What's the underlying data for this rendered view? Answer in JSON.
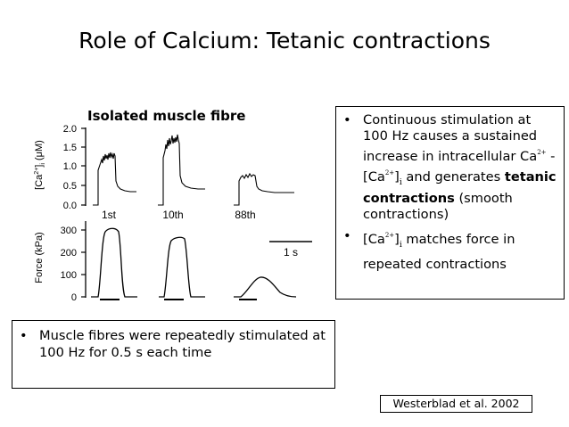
{
  "slide": {
    "title": "Role of Calcium: Tetanic contractions",
    "citation": "Westerblad et al. 2002"
  },
  "figure": {
    "caption": "Isolated muscle fibre",
    "top_ylabel_main": "[Ca",
    "top_ylabel_sup": "2+",
    "top_ylabel_mid": "]",
    "top_ylabel_sub": "i",
    "top_ylabel_unit": " (μM)",
    "bottom_ylabel": "Force (kPa)",
    "top_ticks": [
      "2.0",
      "1.5",
      "1.0",
      "0.5",
      "0.0"
    ],
    "bottom_ticks": [
      "300",
      "200",
      "100",
      "0"
    ],
    "tetanus_labels": [
      "1st",
      "10th",
      "88th"
    ],
    "scale_bar_label": "1 s"
  },
  "right_box": {
    "bullet1_a": "Continuous stimulation at 100 Hz causes a sustained increase in intracellular Ca",
    "bullet1_sup1": "2+",
    "bullet1_b": " - [Ca",
    "bullet1_sup2": "2+",
    "bullet1_c": "]",
    "bullet1_sub": "i",
    "bullet1_d": " and generates ",
    "bullet1_bold": "tetanic contractions",
    "bullet1_e": " (smooth contractions)",
    "bullet2_a": "[Ca",
    "bullet2_sup": "2+",
    "bullet2_b": "]",
    "bullet2_sub": "i",
    "bullet2_c": " matches force in repeated contractions"
  },
  "left_box": {
    "bullet": "Muscle fibres were repeatedly stimulated at 100 Hz for 0.5 s each time"
  },
  "icons": {
    "bullet": "•"
  }
}
